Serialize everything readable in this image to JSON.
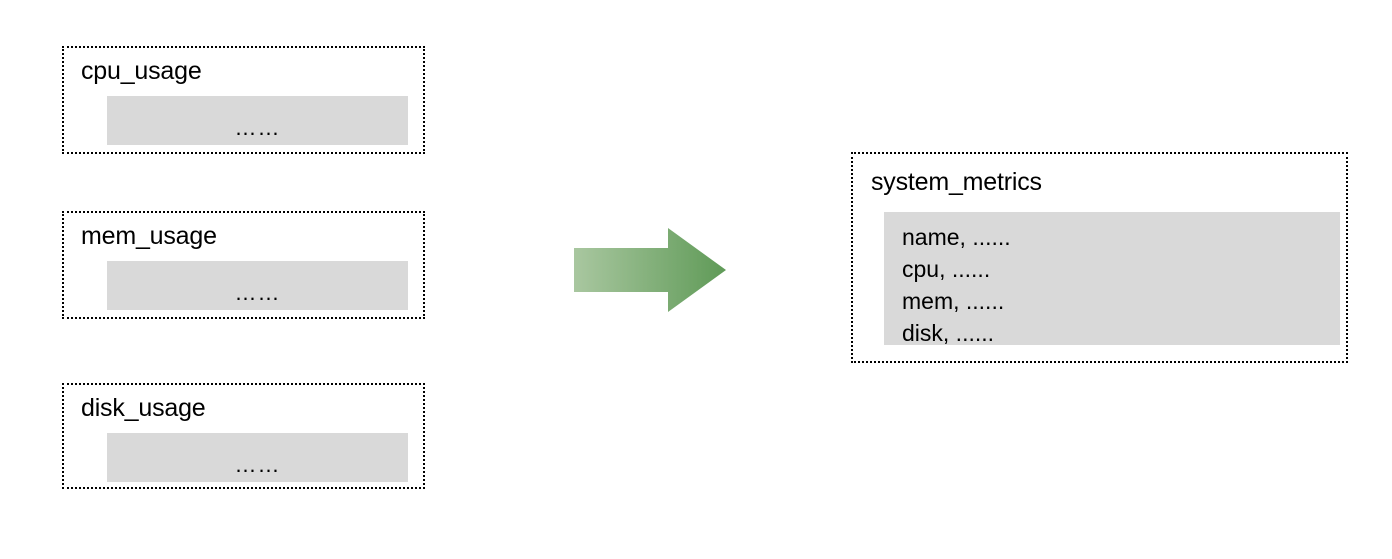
{
  "diagram": {
    "title": "",
    "sources": [
      {
        "id": "cpu_usage",
        "title": "cpu_usage",
        "payload_dots": "……"
      },
      {
        "id": "mem_usage",
        "title": "mem_usage",
        "payload_dots": "……"
      },
      {
        "id": "disk_usage",
        "title": "disk_usage",
        "payload_dots": "……"
      }
    ],
    "connector": {
      "kind": "arrow-right",
      "direction": "left-to-right",
      "gradient_from": "#a9c7a0",
      "gradient_to": "#5f9a57"
    },
    "target": {
      "id": "system_metrics",
      "title": "system_metrics",
      "rows": [
        "name, ......",
        "cpu, ......",
        "mem, ......",
        "disk, ......"
      ]
    },
    "colors": {
      "background": "#ffffff",
      "box_border": "#000000",
      "payload_fill": "#d9d9d9",
      "text": "#000000"
    }
  }
}
